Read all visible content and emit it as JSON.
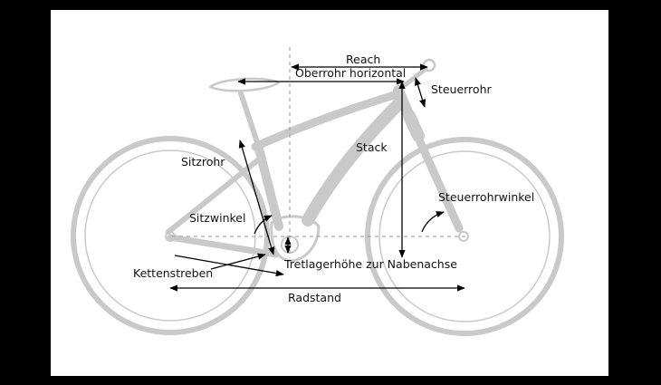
{
  "labels": {
    "reach": "Reach",
    "top_tube_horizontal": "Oberrohr horizontal",
    "head_tube": "Steuerrohr",
    "stack": "Stack",
    "seat_tube": "Sitzrohr",
    "head_tube_angle": "Steuerrohrwinkel",
    "seat_angle": "Sitzwinkel",
    "bb_height_to_axle": "Tretlagerhöhe zur Nabenachse",
    "chainstays": "Kettenstreben",
    "wheelbase": "Radstand"
  },
  "colors": {
    "background": "#000000",
    "canvas": "#ffffff",
    "frame_lines": "#c9c9c9",
    "dimension_lines": "#000000",
    "guide_lines": "#9a9a9a"
  }
}
